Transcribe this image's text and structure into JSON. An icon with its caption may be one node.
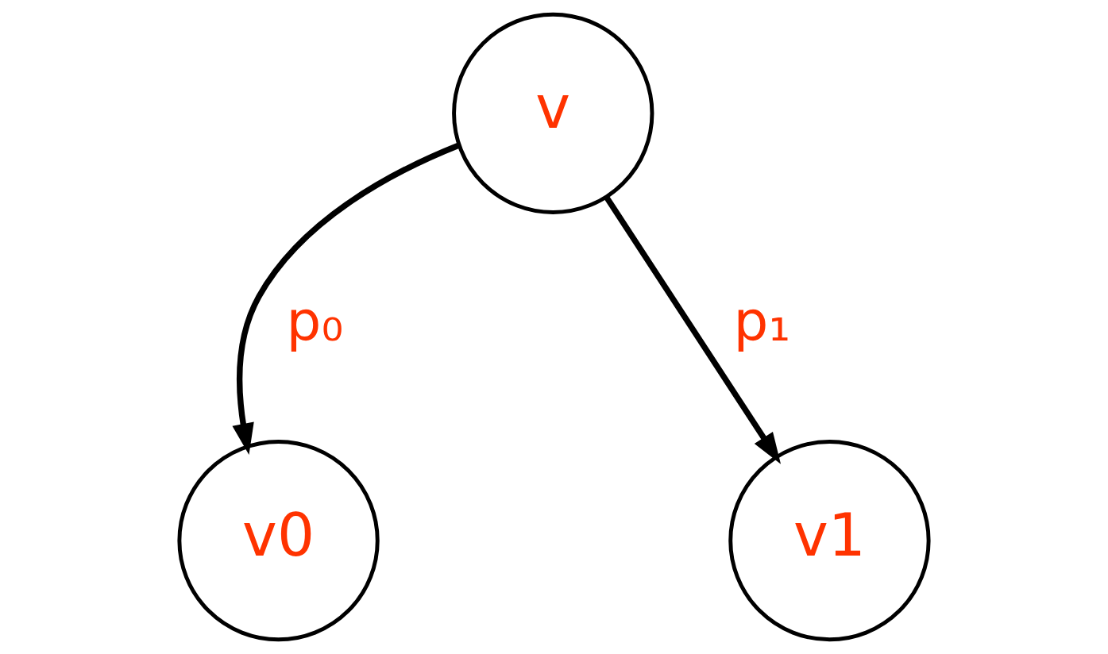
{
  "diagram": {
    "nodes": [
      {
        "text": [
          "v"
        ]
      },
      {
        "text": [
          "v0"
        ]
      },
      {
        "text": [
          "v1"
        ]
      }
    ],
    "edges": [
      {
        "from": 0,
        "to": 1,
        "arrow": "to",
        "label": "p₀"
      },
      {
        "from": 0,
        "to": 2,
        "arrow": "to",
        "label": "p₁"
      }
    ]
  }
}
